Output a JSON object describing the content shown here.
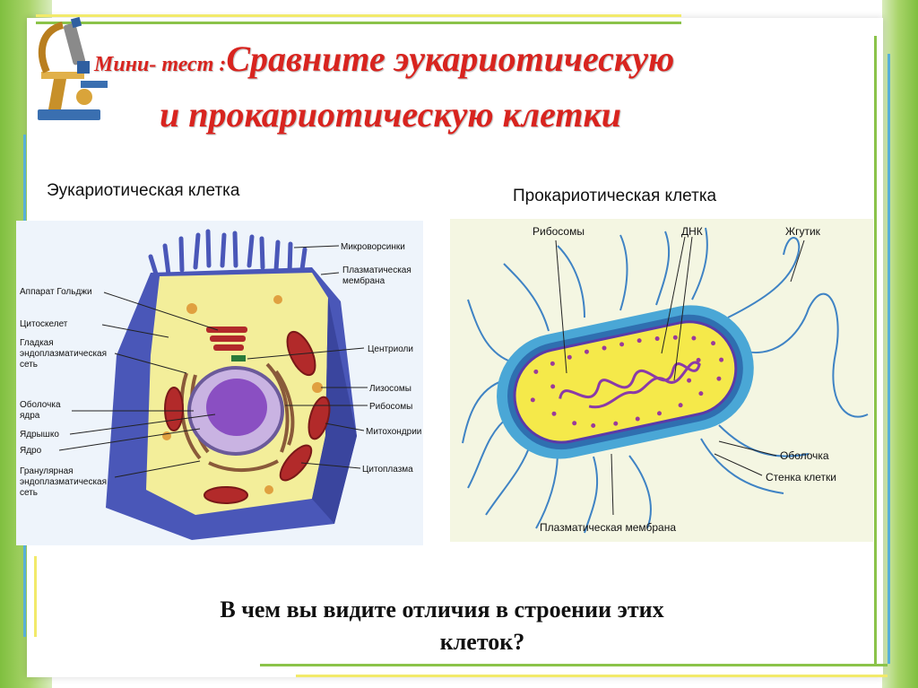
{
  "title": {
    "prefix": "Мини- тест :",
    "line1_main": "Сравните эукариотическую",
    "line2": "и прокариотическую клетки"
  },
  "eukaryote": {
    "caption": "Эукариотическая клетка",
    "labels_left": [
      "Аппарат Гольджи",
      "Цитоскелет",
      "Гладкая",
      "эндоплазматическая",
      "сеть",
      "Оболочка",
      "ядра",
      "Ядрышко",
      "Ядро",
      "Гранулярная",
      "эндоплазматическая",
      "сеть"
    ],
    "labels_right": [
      "Микроворсинки",
      "Плазматическая",
      "мембрана",
      "Центриоли",
      "Лизосомы",
      "Рибосомы",
      "Митохондрии",
      "Цитоплазма"
    ]
  },
  "prokaryote": {
    "caption": "Прокариотическая клетка",
    "labels_top": [
      "Рибосомы",
      "ДНК",
      "Жгутик"
    ],
    "labels_right": [
      "Оболочка",
      "Стенка клетки"
    ],
    "labels_bottom": [
      "Плазматическая мембрана"
    ]
  },
  "question": {
    "line1": "В чем вы видите отличия в строении этих",
    "line2": "клеток?"
  },
  "colors": {
    "title": "#d8241f",
    "frame_green": "#7fbf3f",
    "cell_outer": "#4a57b8",
    "cytoplasm": "#f3ee9a",
    "nucleus": "#8a4fc2",
    "mitochondria": "#b22a2a",
    "prokaryote_wall": "#4aa7d6",
    "prokaryote_inner": "#f5e94a",
    "flagella": "#3f83c4"
  },
  "icons": [
    "microscope-icon"
  ]
}
